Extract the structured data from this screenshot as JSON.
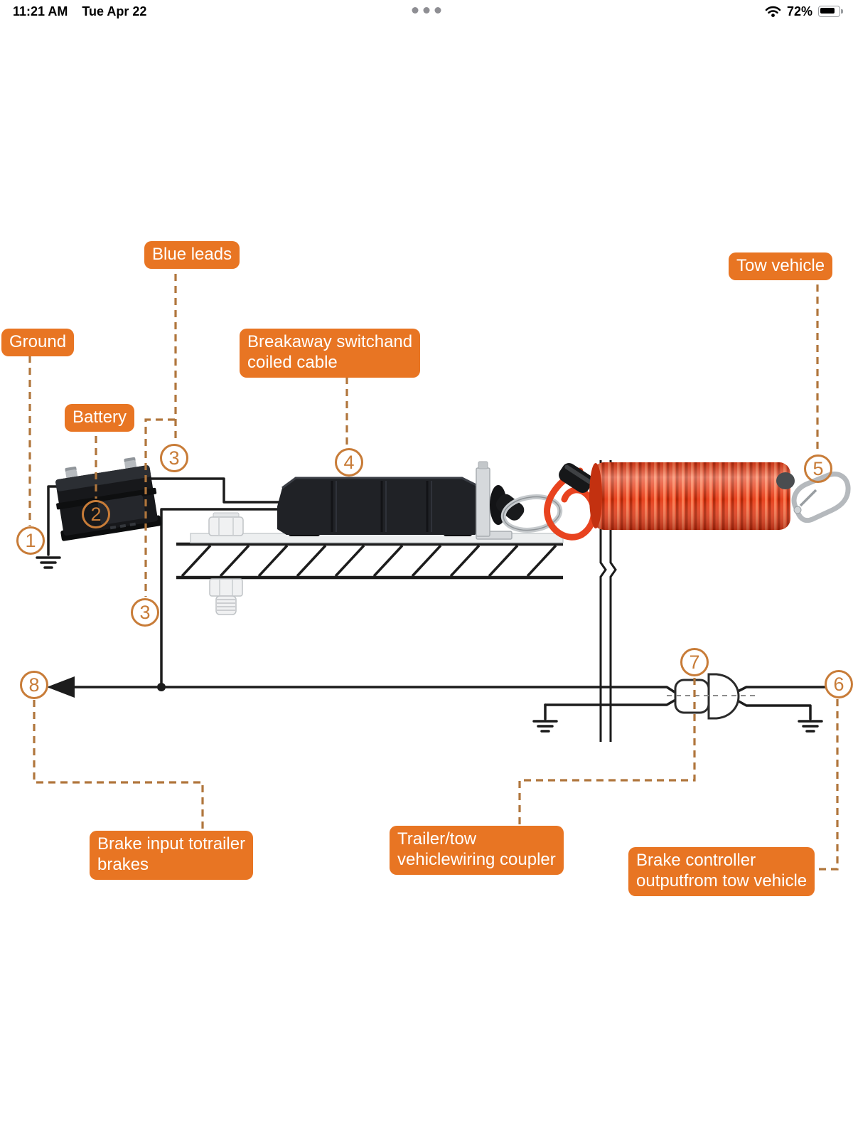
{
  "status_bar": {
    "time": "11:21 AM",
    "date": "Tue Apr 22",
    "battery_percent": "72%"
  },
  "diagram": {
    "labels": {
      "ground": "Ground",
      "blue_leads": "Blue leads",
      "battery": "Battery",
      "breakaway_switch": "Breakaway switchand\ncoiled cable",
      "tow_vehicle": "Tow vehicle",
      "brake_input": "Brake input totrailer\nbrakes",
      "wiring_coupler": "Trailer/tow\nvehiclewiring coupler",
      "brake_controller": "Brake controller\noutputfrom tow vehicle"
    },
    "callouts": [
      {
        "number": "1"
      },
      {
        "number": "2"
      },
      {
        "number": "3"
      },
      {
        "number": "3"
      },
      {
        "number": "4"
      },
      {
        "number": "5"
      },
      {
        "number": "6"
      },
      {
        "number": "7"
      },
      {
        "number": "8"
      }
    ],
    "colors": {
      "label_bg": "#e87523",
      "label_text": "#ffffff",
      "callout": "#c87c38",
      "dash": "#b0763c",
      "wire": "#1c1c1c",
      "coil_red": "#e8431f"
    }
  }
}
